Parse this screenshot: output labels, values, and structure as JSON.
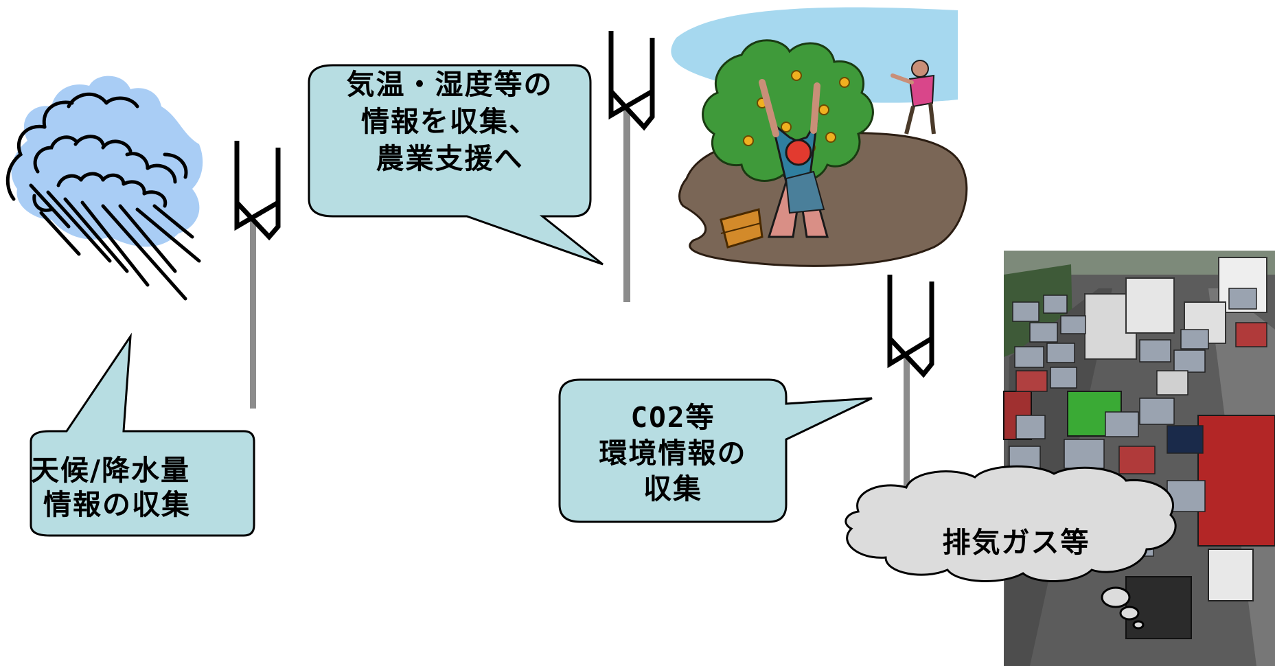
{
  "callouts": {
    "weather": [
      "天候/降水量",
      "情報の収集"
    ],
    "agriculture": [
      "気温・湿度等の",
      "情報を収集、",
      "農業支援へ"
    ],
    "environment": [
      "CO2等",
      "環境情報の",
      "収集"
    ],
    "exhaust": "排気ガス等"
  },
  "colors": {
    "callout_fill": "#b7dde2",
    "cloud_fill": "#a9cdf5",
    "exhaust_cloud_fill": "#dcdcdc",
    "pole": "#8c8c8c",
    "soil": "#7a6656",
    "tree_green": "#3f9a3a",
    "sky": "#a6d8ef"
  },
  "icons": [
    "rain-cloud-icon",
    "antenna-icon",
    "farmer-tree-icon",
    "traffic-photo",
    "thought-cloud-icon"
  ]
}
